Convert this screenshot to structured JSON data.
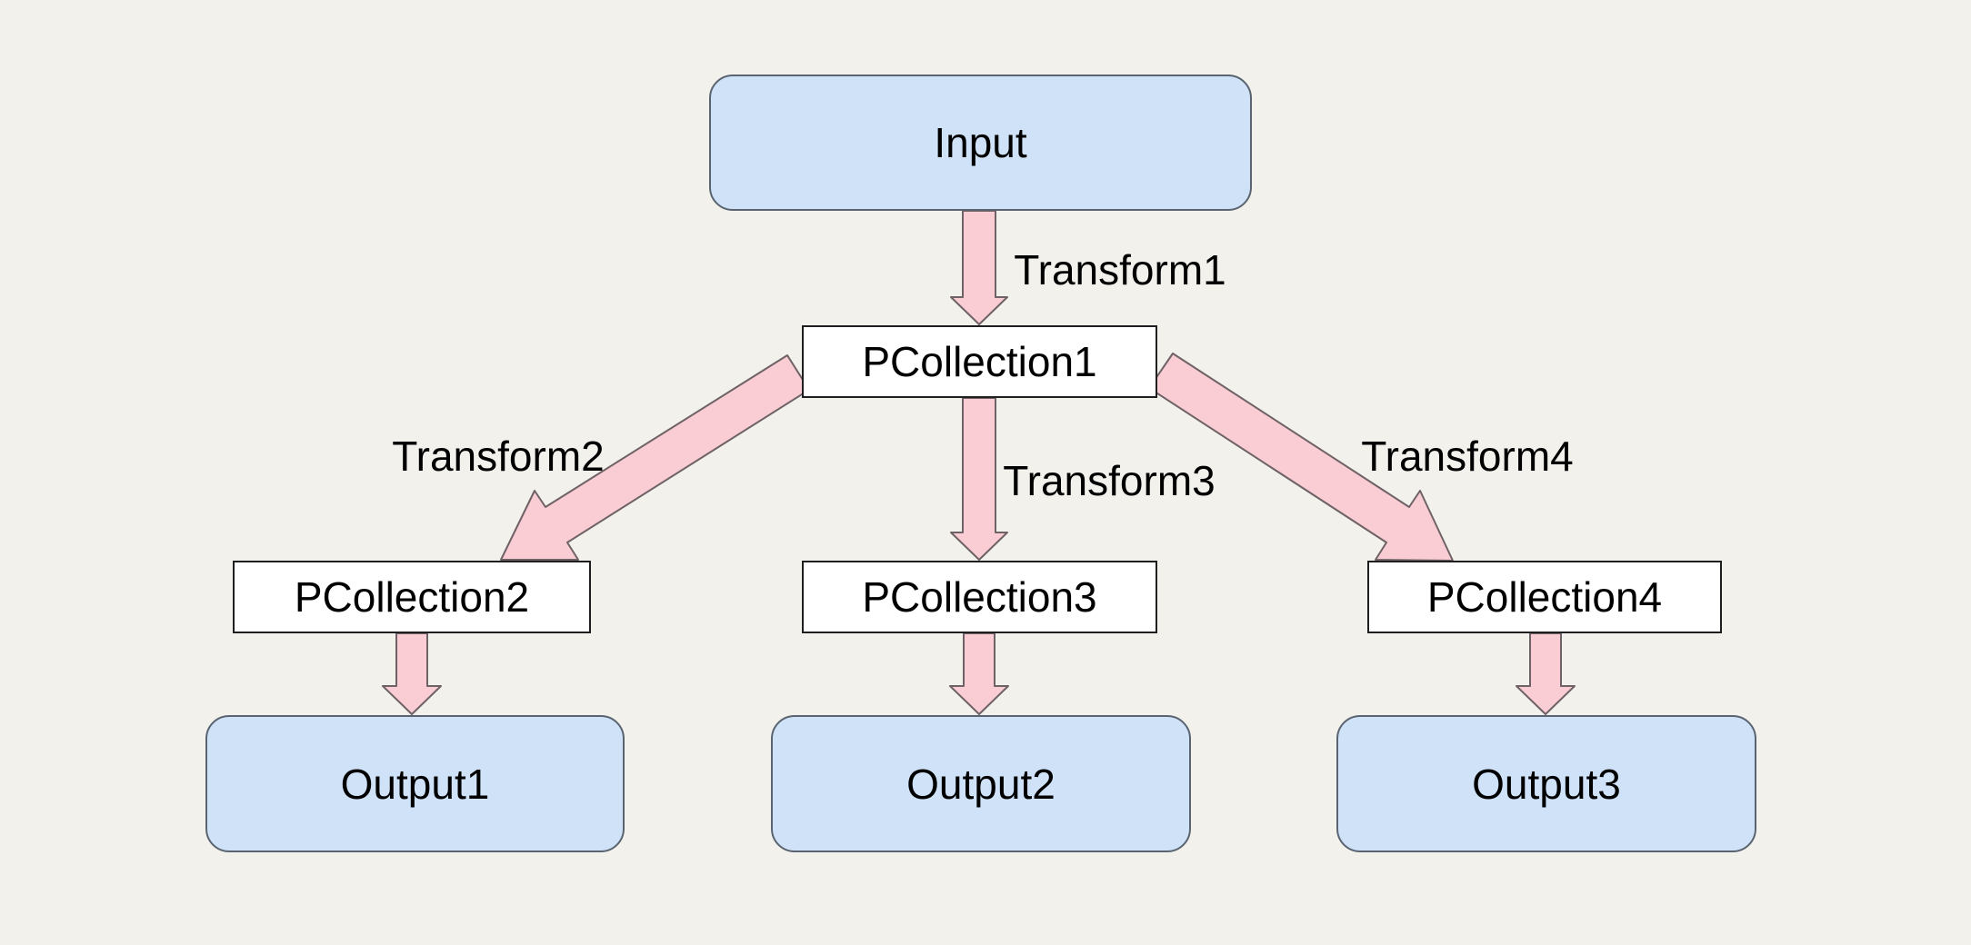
{
  "diagram": {
    "nodes": [
      {
        "id": "input",
        "label": "Input",
        "kind": "io"
      },
      {
        "id": "pcollection1",
        "label": "PCollection1",
        "kind": "pcollection"
      },
      {
        "id": "pcollection2",
        "label": "PCollection2",
        "kind": "pcollection"
      },
      {
        "id": "pcollection3",
        "label": "PCollection3",
        "kind": "pcollection"
      },
      {
        "id": "pcollection4",
        "label": "PCollection4",
        "kind": "pcollection"
      },
      {
        "id": "output1",
        "label": "Output1",
        "kind": "io"
      },
      {
        "id": "output2",
        "label": "Output2",
        "kind": "io"
      },
      {
        "id": "output3",
        "label": "Output3",
        "kind": "io"
      }
    ],
    "edges": [
      {
        "id": "transform1",
        "label": "Transform1",
        "from": "Input",
        "to": "PCollection1"
      },
      {
        "id": "transform2",
        "label": "Transform2",
        "from": "PCollection1",
        "to": "PCollection2"
      },
      {
        "id": "transform3",
        "label": "Transform3",
        "from": "PCollection1",
        "to": "PCollection3"
      },
      {
        "id": "transform4",
        "label": "Transform4",
        "from": "PCollection1",
        "to": "PCollection4"
      },
      {
        "id": "edge-pc2-out1",
        "label": "",
        "from": "PCollection2",
        "to": "Output1"
      },
      {
        "id": "edge-pc3-out2",
        "label": "",
        "from": "PCollection3",
        "to": "Output2"
      },
      {
        "id": "edge-pc4-out3",
        "label": "",
        "from": "PCollection4",
        "to": "Output3"
      }
    ]
  },
  "colors": {
    "bg": "#f2f1ec",
    "node-blue": "#cfe2f8",
    "node-blue-border": "#5a6470",
    "node-white": "#ffffff",
    "node-white-border": "#1f1f1f",
    "arrow-fill": "#f9cdd3",
    "arrow-stroke": "#6e6266",
    "text": "#000000"
  }
}
